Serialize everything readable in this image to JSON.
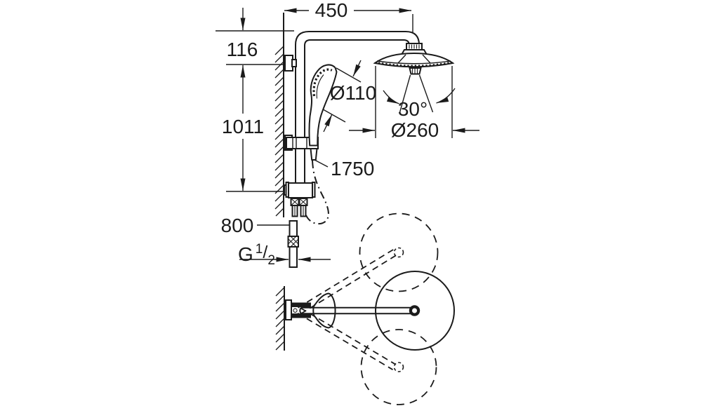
{
  "drawing": {
    "description": "Shower system technical dimension drawing, front view and swivel top view",
    "colors": {
      "line": "#1b1b1b",
      "background": "#ffffff"
    },
    "labels": {
      "top_width": "450",
      "wall_offset": "116",
      "column_height": "1011",
      "hand_shower_diameter": "Ø110",
      "spray_angle": "30°",
      "head_shower_diameter": "Ø260",
      "hose_length": "1750",
      "supply_height": "800",
      "thread": {
        "letter": "G",
        "numerator": "1",
        "slash": "/",
        "denominator": "2"
      }
    }
  }
}
